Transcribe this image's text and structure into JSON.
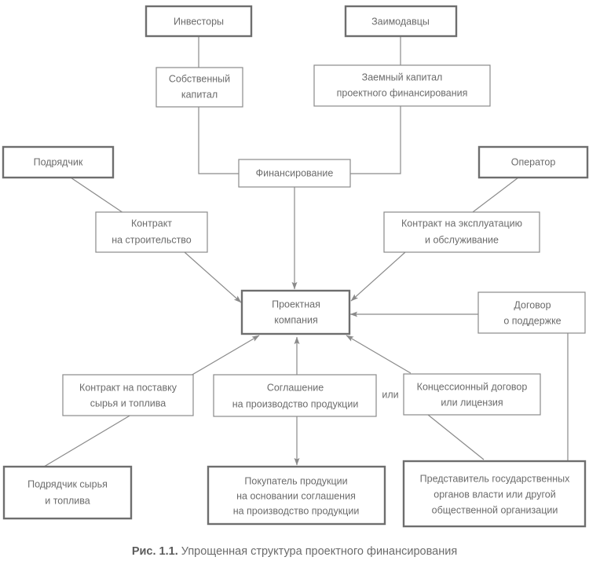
{
  "figure": {
    "caption_number": "Рис. 1.1.",
    "caption_text": "Упрощенная структура проектного финансирования",
    "colors": {
      "background": "#ffffff",
      "box_stroke": "#8a8a8a",
      "box_stroke_emphasis": "#6e6e6e",
      "text": "#6b6b6b",
      "edge": "#8a8a8a"
    }
  },
  "nodes": {
    "investors": {
      "label": "Инвесторы"
    },
    "lenders": {
      "label": "Заимодавцы"
    },
    "equity": {
      "line1": "Собственный",
      "line2": "капитал"
    },
    "debt": {
      "line1": "Заемный капитал",
      "line2": "проектного финансирования"
    },
    "financing": {
      "label": "Финансирование"
    },
    "contractor": {
      "label": "Подрядчик"
    },
    "operator": {
      "label": "Оператор"
    },
    "construction_contract": {
      "line1": "Контракт",
      "line2": "на строительство"
    },
    "om_contract": {
      "line1": "Контракт на эксплуатацию",
      "line2": "и обслуживание"
    },
    "project_company": {
      "line1": "Проектная",
      "line2": "компания"
    },
    "support_agreement": {
      "line1": "Договор",
      "line2": "о поддержке"
    },
    "supply_contract": {
      "line1": "Контракт на поставку",
      "line2": "сырья и топлива"
    },
    "offtake_agreement": {
      "line1": "Соглашение",
      "line2": "на производство продукции"
    },
    "concession": {
      "line1": "Концессионный договор",
      "line2": "или лицензия"
    },
    "fuel_supplier": {
      "line1": "Подрядчик сырья",
      "line2": "и топлива"
    },
    "offtaker": {
      "line1": "Покупатель продукции",
      "line2": "на основании соглашения",
      "line3": "на производство продукции"
    },
    "government": {
      "line1": "Представитель государственных",
      "line2": "органов власти или другой",
      "line3": "общественной организации"
    }
  },
  "connector_labels": {
    "or": "или"
  }
}
